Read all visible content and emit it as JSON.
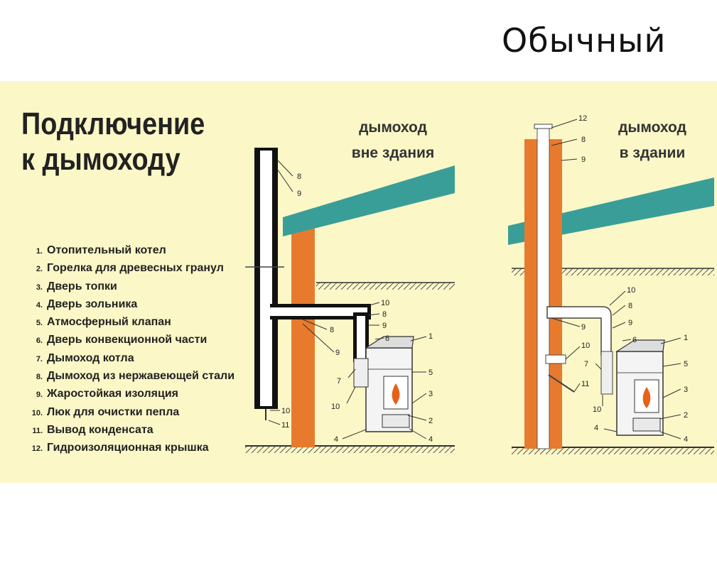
{
  "slide": {
    "title": "Обычный"
  },
  "diagram": {
    "title_line1": "Подключение",
    "title_line2": "к дымоходу",
    "outside_label_line1": "дымоход",
    "outside_label_line2": "вне здания",
    "inside_label_line1": "дымоход",
    "inside_label_line2": "в здании",
    "legend": [
      {
        "num": "1.",
        "text": "Отопительный котел"
      },
      {
        "num": "2.",
        "text": "Горелка для древесных гранул"
      },
      {
        "num": "3.",
        "text": "Дверь топки"
      },
      {
        "num": "4.",
        "text": "Дверь зольника"
      },
      {
        "num": "5.",
        "text": "Атмосферный клапан"
      },
      {
        "num": "6.",
        "text": "Дверь конвекционной части"
      },
      {
        "num": "7.",
        "text": "Дымоход котла"
      },
      {
        "num": "8.",
        "text": "Дымоход из нержавеющей стали"
      },
      {
        "num": "9.",
        "text": "Жаростойкая изоляция"
      },
      {
        "num": "10.",
        "text": "Люк для очистки пепла"
      },
      {
        "num": "11.",
        "text": "Вывод конденсата"
      },
      {
        "num": "12.",
        "text": "Гидроизоляционная крышка"
      }
    ],
    "callouts_outside": [
      "8",
      "9",
      "10",
      "8",
      "9",
      "6",
      "1",
      "5",
      "3",
      "2",
      "4",
      "7",
      "10",
      "8",
      "9",
      "4",
      "10",
      "11"
    ],
    "callouts_inside": [
      "12",
      "8",
      "9",
      "10",
      "8",
      "9",
      "6",
      "1",
      "5",
      "3",
      "2",
      "4",
      "9",
      "10",
      "7",
      "11",
      "10",
      "4"
    ],
    "colors": {
      "panel": "#fbf7c7",
      "brick": "#e87a2e",
      "roof": "#3a9e98",
      "pipe": "#ffffff",
      "insulation": "#111111"
    }
  }
}
